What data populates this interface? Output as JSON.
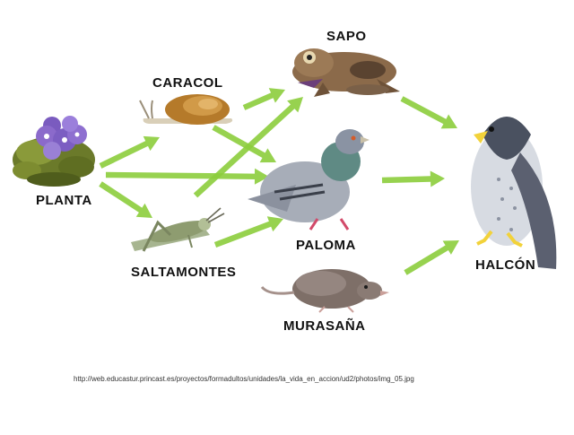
{
  "diagram": {
    "nodes": [
      {
        "id": "planta",
        "label": "PLANTA",
        "icon": "plant-icon"
      },
      {
        "id": "caracol",
        "label": "CARACOL",
        "icon": "snail-icon"
      },
      {
        "id": "saltamontes",
        "label": "SALTAMONTES",
        "icon": "grasshopper-icon"
      },
      {
        "id": "sapo",
        "label": "SAPO",
        "icon": "toad-icon"
      },
      {
        "id": "paloma",
        "label": "PALOMA",
        "icon": "pigeon-icon"
      },
      {
        "id": "murasana",
        "label": "MURASAÑA",
        "icon": "shrew-icon"
      },
      {
        "id": "halcon",
        "label": "HALCÓN",
        "icon": "falcon-icon"
      }
    ],
    "edges": [
      {
        "from": "planta",
        "to": "caracol"
      },
      {
        "from": "planta",
        "to": "paloma"
      },
      {
        "from": "planta",
        "to": "saltamontes"
      },
      {
        "from": "caracol",
        "to": "sapo"
      },
      {
        "from": "caracol",
        "to": "paloma"
      },
      {
        "from": "saltamontes",
        "to": "sapo"
      },
      {
        "from": "saltamontes",
        "to": "paloma"
      },
      {
        "from": "sapo",
        "to": "halcon"
      },
      {
        "from": "paloma",
        "to": "halcon"
      },
      {
        "from": "murasana",
        "to": "halcon"
      }
    ],
    "arrow_color": "#8ccd3c"
  },
  "source_url": "http://web.educastur.princast.es/proyectos/formadultos/unidades/la_vida_en_accion/ud2/photos/img_05.jpg"
}
